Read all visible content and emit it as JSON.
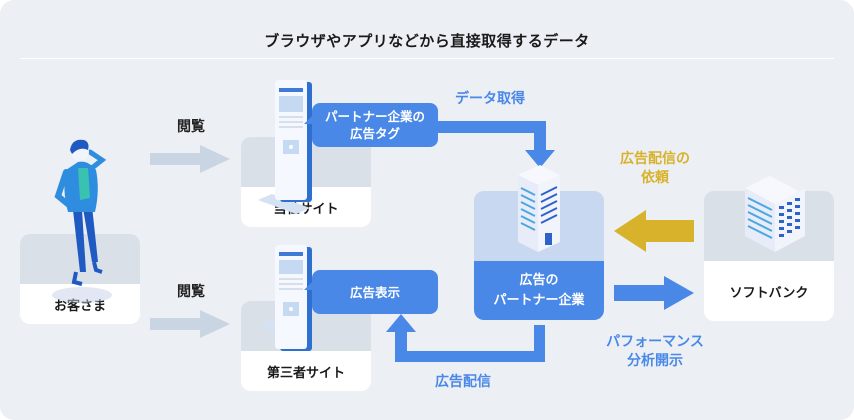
{
  "title": "ブラウザやアプリなどから直接取得するデータ",
  "nodes": {
    "customer": "お客さま",
    "own_site": "当社サイト",
    "third_site": "第三者サイト",
    "partner_line1": "広告の",
    "partner_line2": "パートナー企業",
    "softbank": "ソフトバンク"
  },
  "bubbles": {
    "ad_tag_line1": "パートナー企業の",
    "ad_tag_line2": "広告タグ",
    "ad_display": "広告表示"
  },
  "labels": {
    "browse_top": "閲覧",
    "browse_bottom": "閲覧",
    "data_acquisition": "データ取得",
    "ad_delivery": "広告配信",
    "ad_request_line1": "広告配信の",
    "ad_request_line2": "依頼",
    "performance_line1": "パフォーマンス",
    "performance_line2": "分析開示"
  },
  "colors": {
    "accent_blue": "#4a88e8",
    "request_gold": "#d8b22a",
    "browse_arrow": "#c9d5e2",
    "background": "#eceff4"
  }
}
